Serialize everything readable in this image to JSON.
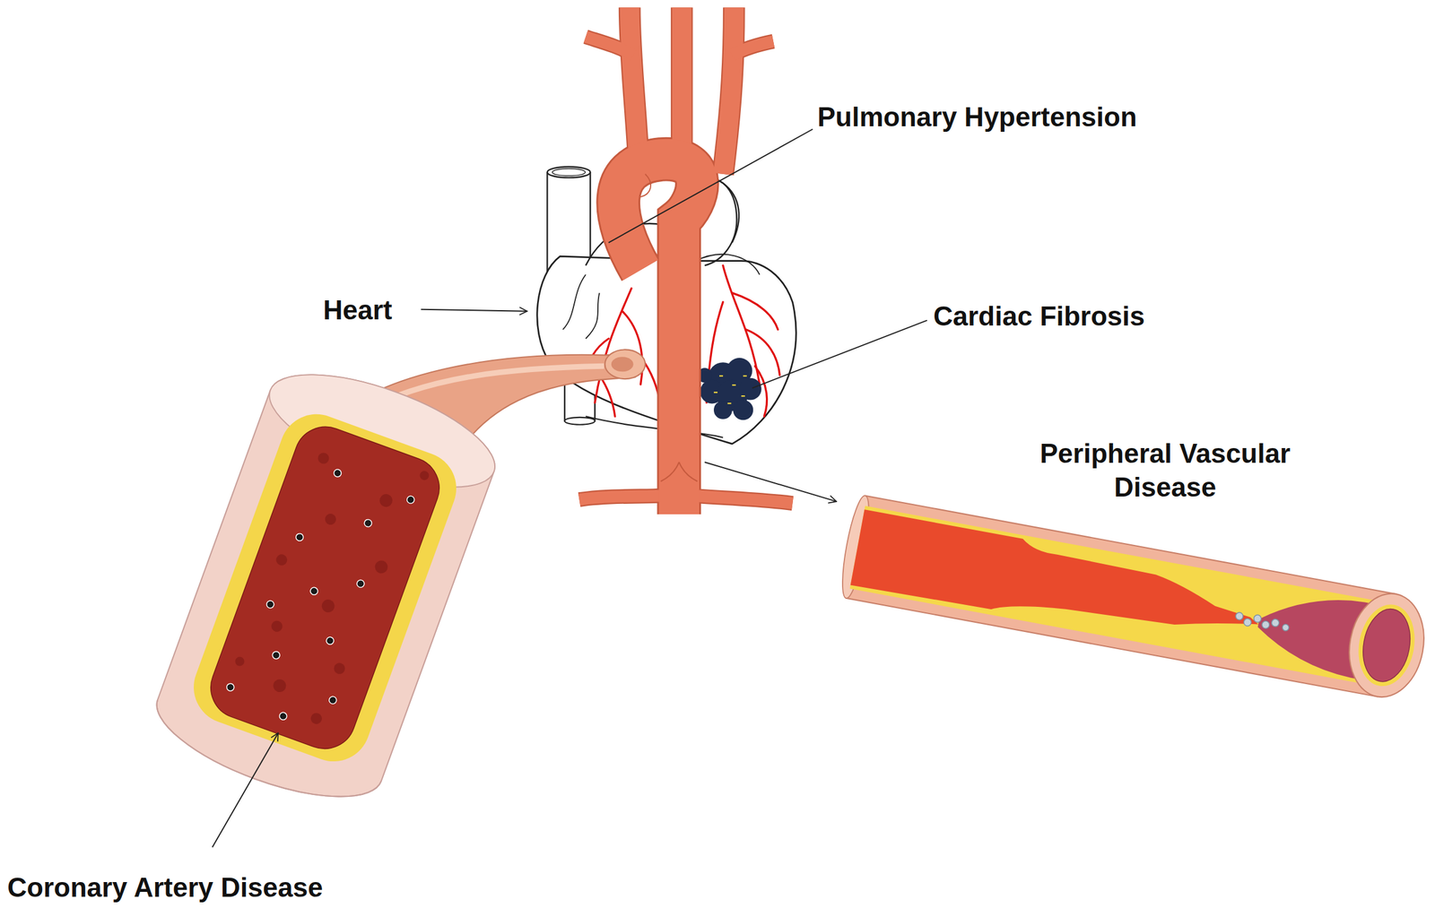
{
  "diagram": {
    "labels": [
      "Pulmonary Hypertension",
      "Heart",
      "Cardiac Fibrosis",
      "Peripheral Vascular Disease",
      "Coronary Artery Disease"
    ]
  }
}
